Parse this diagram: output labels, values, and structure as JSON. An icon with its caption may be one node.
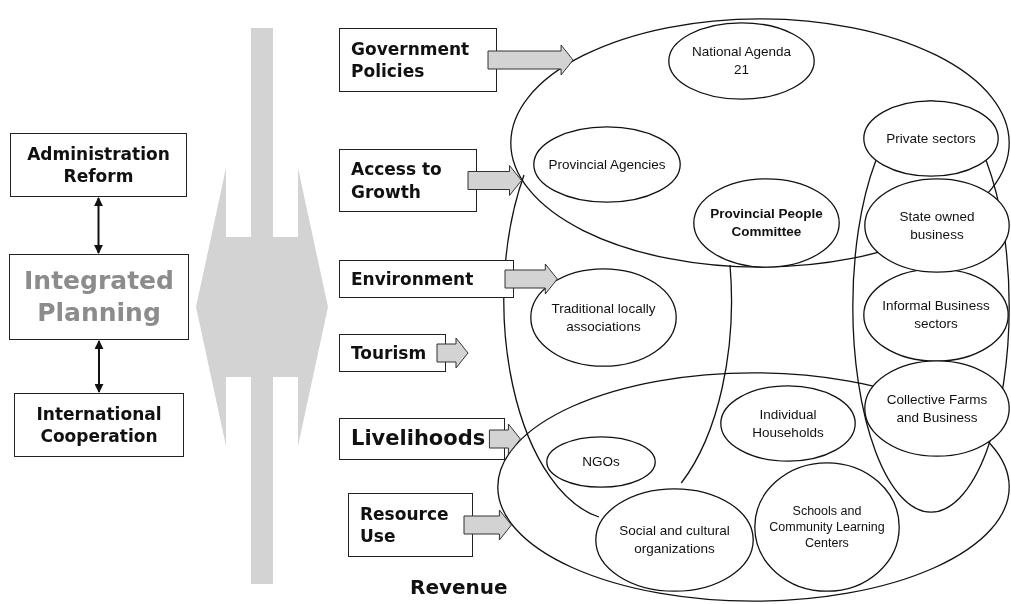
{
  "diagram": {
    "nodes": [
      {
        "text": [
          "Administration Reform"
        ]
      },
      {
        "text": [
          "Integrated Planning"
        ]
      },
      {
        "text": [
          "International Cooperation"
        ]
      },
      {
        "text": [
          "Government Policies"
        ]
      },
      {
        "text": [
          "Access to Growth"
        ]
      },
      {
        "text": [
          "Environment"
        ]
      },
      {
        "text": [
          "Tourism"
        ]
      },
      {
        "text": [
          "Livelihoods"
        ]
      },
      {
        "text": [
          "Resource Use"
        ]
      },
      {
        "text": [],
        "shape": "ellipse"
      },
      {
        "text": [],
        "shape": "ellipse"
      },
      {
        "text": [],
        "shape": "ellipse"
      },
      {
        "text": [],
        "shape": "ellipse"
      },
      {
        "text": [
          "National Agenda 21"
        ],
        "in": 9
      },
      {
        "text": [
          "Private sectors"
        ]
      },
      {
        "text": [
          "Provincial Agencies"
        ],
        "in": 9
      },
      {
        "text": [
          "Provincial People Committee"
        ],
        "in": 9
      },
      {
        "text": [
          "State owned business"
        ]
      },
      {
        "text": [
          "Traditional locally associations"
        ],
        "in": 10
      },
      {
        "text": [
          "Informal Business sectors"
        ],
        "in": 11
      },
      {
        "text": [
          "Collective Farms and Business"
        ],
        "in": 11
      },
      {
        "text": [
          "Individual Households"
        ],
        "in": 12
      },
      {
        "text": [
          "NGOs"
        ]
      },
      {
        "text": [
          "Social and cultural organizations"
        ],
        "in": 12
      },
      {
        "text": [
          "Schools and Community Learning Centers"
        ],
        "in": 12
      }
    ],
    "edges": [
      {
        "from": 0,
        "to": 1,
        "arrow": "both"
      },
      {
        "from": 1,
        "to": 2,
        "arrow": "both"
      },
      {
        "from": 3,
        "to": 9,
        "arrow": "to",
        "style": "thick"
      },
      {
        "from": 4,
        "to": 9,
        "arrow": "to",
        "style": "thick"
      },
      {
        "from": 5,
        "to": 18,
        "arrow": "to",
        "style": "thick"
      },
      {
        "from": 6,
        "to": null,
        "arrow": "to",
        "style": "thick"
      },
      {
        "from": 7,
        "to": 12,
        "arrow": "to",
        "style": "thick"
      },
      {
        "from": 8,
        "to": 12,
        "arrow": "to",
        "style": "thick"
      }
    ],
    "labels": [
      "Revenue"
    ]
  }
}
